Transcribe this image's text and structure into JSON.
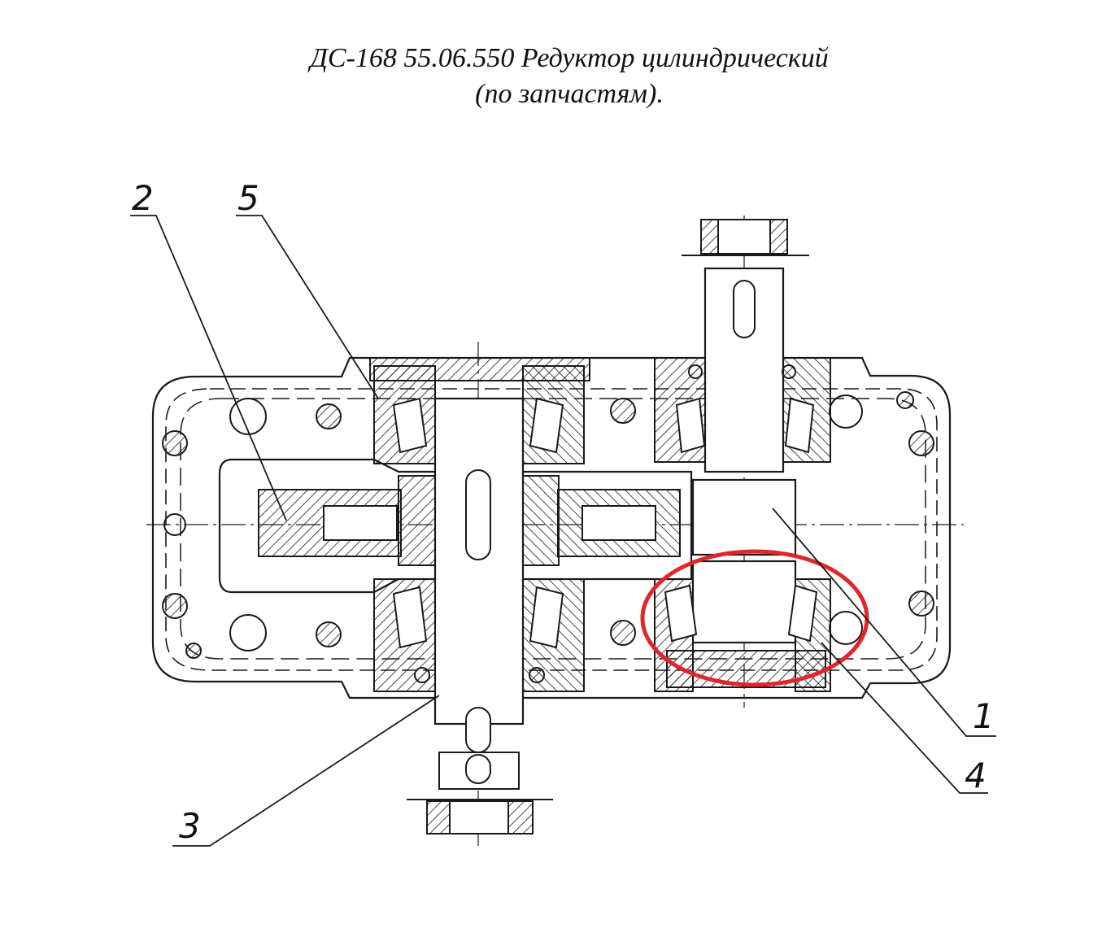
{
  "title": {
    "line1": "ДС-168 55.06.550 Редуктор цилиндрический",
    "line2": "(по запчастям)."
  },
  "callouts": [
    {
      "id": "c1",
      "label": "1"
    },
    {
      "id": "c2",
      "label": "2"
    },
    {
      "id": "c3",
      "label": "3"
    },
    {
      "id": "c4",
      "label": "4"
    },
    {
      "id": "c5",
      "label": "5"
    }
  ],
  "colors": {
    "line": "#1a1a1a",
    "highlight": "#e0262d",
    "background": "#ffffff"
  }
}
